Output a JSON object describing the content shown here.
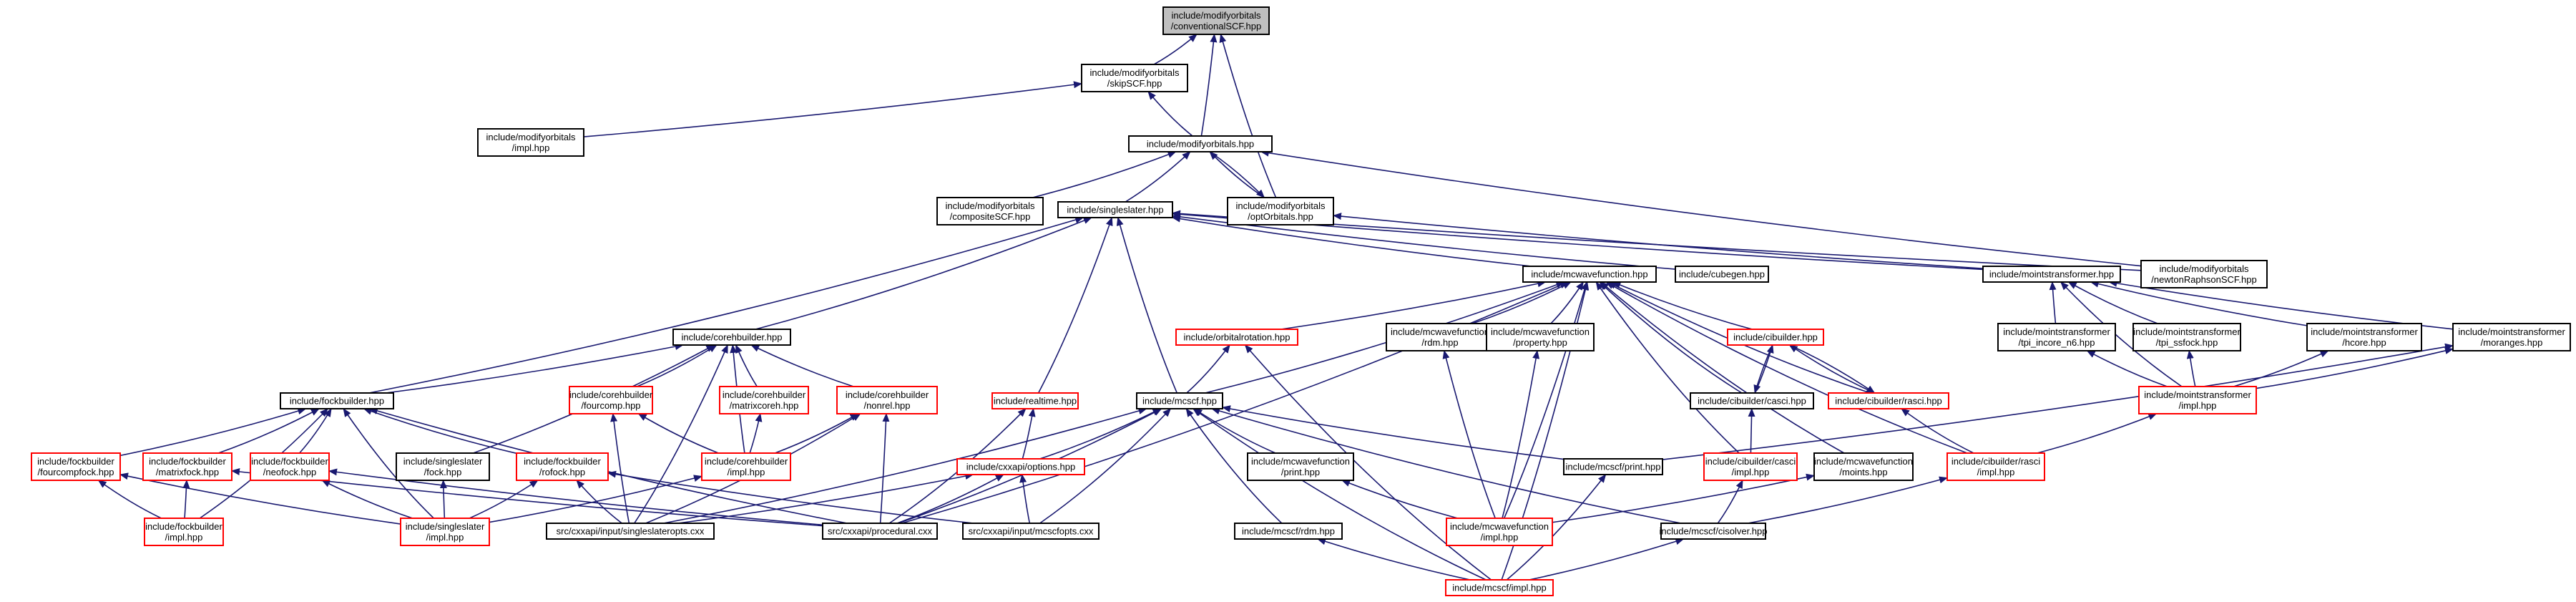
{
  "colors": {
    "root_fill": "#bfbfbf",
    "normal_border": "#000000",
    "red_border": "#ff0000",
    "edge": "#191970",
    "background": "#ffffff"
  },
  "nodes": [
    {
      "id": "n0",
      "lines": [
        "include/modifyorbitals",
        "/conventionalSCF.hpp"
      ],
      "style": "root"
    },
    {
      "id": "n1",
      "lines": [
        "include/modifyorbitals",
        "/skipSCF.hpp"
      ],
      "style": "normal"
    },
    {
      "id": "n2",
      "lines": [
        "include/modifyorbitals",
        "/impl.hpp"
      ],
      "style": "normal"
    },
    {
      "id": "n3",
      "lines": [
        "include/modifyorbitals.hpp"
      ],
      "style": "normal"
    },
    {
      "id": "n4",
      "lines": [
        "include/modifyorbitals",
        "/compositeSCF.hpp"
      ],
      "style": "normal"
    },
    {
      "id": "n5",
      "lines": [
        "include/singleslater.hpp"
      ],
      "style": "normal"
    },
    {
      "id": "n6",
      "lines": [
        "include/modifyorbitals",
        "/optOrbitals.hpp"
      ],
      "style": "normal"
    },
    {
      "id": "n7",
      "lines": [
        "include/mcwavefunction.hpp"
      ],
      "style": "normal"
    },
    {
      "id": "n8",
      "lines": [
        "include/cubegen.hpp"
      ],
      "style": "normal"
    },
    {
      "id": "n9",
      "lines": [
        "include/mointstransformer.hpp"
      ],
      "style": "normal"
    },
    {
      "id": "n10",
      "lines": [
        "include/modifyorbitals",
        "/newtonRaphsonSCF.hpp"
      ],
      "style": "normal"
    },
    {
      "id": "n11",
      "lines": [
        "include/corehbuilder.hpp"
      ],
      "style": "normal"
    },
    {
      "id": "n12",
      "lines": [
        "include/orbitalrotation.hpp"
      ],
      "style": "red"
    },
    {
      "id": "n13",
      "lines": [
        "include/mcwavefunction",
        "/rdm.hpp"
      ],
      "style": "normal"
    },
    {
      "id": "n14",
      "lines": [
        "include/mcwavefunction",
        "/property.hpp"
      ],
      "style": "normal"
    },
    {
      "id": "n15",
      "lines": [
        "include/cibuilder.hpp"
      ],
      "style": "red"
    },
    {
      "id": "n16",
      "lines": [
        "include/mointstransformer",
        "/tpi_incore_n6.hpp"
      ],
      "style": "normal"
    },
    {
      "id": "n17",
      "lines": [
        "include/mointstransformer",
        "/tpi_ssfock.hpp"
      ],
      "style": "normal"
    },
    {
      "id": "n18",
      "lines": [
        "include/mointstransformer",
        "/hcore.hpp"
      ],
      "style": "normal"
    },
    {
      "id": "n19",
      "lines": [
        "include/mointstransformer",
        "/moranges.hpp"
      ],
      "style": "normal"
    },
    {
      "id": "n20",
      "lines": [
        "include/fockbuilder.hpp"
      ],
      "style": "normal"
    },
    {
      "id": "n21",
      "lines": [
        "include/corehbuilder",
        "/fourcomp.hpp"
      ],
      "style": "red"
    },
    {
      "id": "n22",
      "lines": [
        "include/corehbuilder",
        "/matrixcoreh.hpp"
      ],
      "style": "red"
    },
    {
      "id": "n23",
      "lines": [
        "include/corehbuilder",
        "/nonrel.hpp"
      ],
      "style": "red"
    },
    {
      "id": "n24",
      "lines": [
        "include/realtime.hpp"
      ],
      "style": "red"
    },
    {
      "id": "n25",
      "lines": [
        "include/mcscf.hpp"
      ],
      "style": "normal"
    },
    {
      "id": "n26",
      "lines": [
        "include/cibuilder/casci.hpp"
      ],
      "style": "normal"
    },
    {
      "id": "n27",
      "lines": [
        "include/cibuilder/rasci.hpp"
      ],
      "style": "red"
    },
    {
      "id": "n28",
      "lines": [
        "include/mointstransformer",
        "/impl.hpp"
      ],
      "style": "red"
    },
    {
      "id": "n29",
      "lines": [
        "include/fockbuilder",
        "/fourcompfock.hpp"
      ],
      "style": "red"
    },
    {
      "id": "n30",
      "lines": [
        "include/fockbuilder",
        "/matrixfock.hpp"
      ],
      "style": "red"
    },
    {
      "id": "n31",
      "lines": [
        "include/fockbuilder",
        "/neofock.hpp"
      ],
      "style": "red"
    },
    {
      "id": "n32",
      "lines": [
        "include/singleslater",
        "/fock.hpp"
      ],
      "style": "normal"
    },
    {
      "id": "n33",
      "lines": [
        "include/fockbuilder",
        "/rofock.hpp"
      ],
      "style": "red"
    },
    {
      "id": "n34",
      "lines": [
        "include/corehbuilder",
        "/impl.hpp"
      ],
      "style": "red"
    },
    {
      "id": "n35",
      "lines": [
        "include/cxxapi/options.hpp"
      ],
      "style": "red"
    },
    {
      "id": "n36",
      "lines": [
        "include/mcwavefunction",
        "/print.hpp"
      ],
      "style": "normal"
    },
    {
      "id": "n37",
      "lines": [
        "include/mcscf/print.hpp"
      ],
      "style": "normal"
    },
    {
      "id": "n38",
      "lines": [
        "include/cibuilder/casci",
        "/impl.hpp"
      ],
      "style": "red"
    },
    {
      "id": "n39",
      "lines": [
        "include/mcwavefunction",
        "/moints.hpp"
      ],
      "style": "normal"
    },
    {
      "id": "n40",
      "lines": [
        "include/cibuilder/rasci",
        "/impl.hpp"
      ],
      "style": "red"
    },
    {
      "id": "n41",
      "lines": [
        "include/fockbuilder",
        "/impl.hpp"
      ],
      "style": "red"
    },
    {
      "id": "n42",
      "lines": [
        "include/singleslater",
        "/impl.hpp"
      ],
      "style": "red"
    },
    {
      "id": "n43",
      "lines": [
        "src/cxxapi/input/singleslateropts.cxx"
      ],
      "style": "normal"
    },
    {
      "id": "n44",
      "lines": [
        "src/cxxapi/procedural.cxx"
      ],
      "style": "normal"
    },
    {
      "id": "n45",
      "lines": [
        "src/cxxapi/input/mcscfopts.cxx"
      ],
      "style": "normal"
    },
    {
      "id": "n46",
      "lines": [
        "include/mcscf/rdm.hpp"
      ],
      "style": "normal"
    },
    {
      "id": "n47",
      "lines": [
        "include/mcwavefunction",
        "/impl.hpp"
      ],
      "style": "red"
    },
    {
      "id": "n48",
      "lines": [
        "include/mcscf/cisolver.hpp"
      ],
      "style": "normal"
    },
    {
      "id": "n49",
      "lines": [
        "include/mcscf/impl.hpp"
      ],
      "style": "red"
    }
  ],
  "edges": [
    [
      "n1",
      "n0"
    ],
    [
      "n3",
      "n0"
    ],
    [
      "n6",
      "n0"
    ],
    [
      "n2",
      "n1"
    ],
    [
      "n3",
      "n1"
    ],
    [
      "n4",
      "n3"
    ],
    [
      "n5",
      "n3"
    ],
    [
      "n6",
      "n3"
    ],
    [
      "n10",
      "n3"
    ],
    [
      "n3",
      "n6"
    ],
    [
      "n9",
      "n6"
    ],
    [
      "n7",
      "n5"
    ],
    [
      "n8",
      "n5"
    ],
    [
      "n9",
      "n5"
    ],
    [
      "n10",
      "n5"
    ],
    [
      "n11",
      "n5"
    ],
    [
      "n20",
      "n5"
    ],
    [
      "n24",
      "n5"
    ],
    [
      "n25",
      "n5"
    ],
    [
      "n12",
      "n7"
    ],
    [
      "n13",
      "n7"
    ],
    [
      "n14",
      "n7"
    ],
    [
      "n15",
      "n7"
    ],
    [
      "n26",
      "n7"
    ],
    [
      "n27",
      "n7"
    ],
    [
      "n25",
      "n7"
    ],
    [
      "n38",
      "n7"
    ],
    [
      "n39",
      "n7"
    ],
    [
      "n40",
      "n7"
    ],
    [
      "n47",
      "n7"
    ],
    [
      "n49",
      "n7"
    ],
    [
      "n44",
      "n7"
    ],
    [
      "n16",
      "n9"
    ],
    [
      "n17",
      "n9"
    ],
    [
      "n18",
      "n9"
    ],
    [
      "n19",
      "n9"
    ],
    [
      "n28",
      "n9"
    ],
    [
      "n20",
      "n11"
    ],
    [
      "n21",
      "n11"
    ],
    [
      "n22",
      "n11"
    ],
    [
      "n23",
      "n11"
    ],
    [
      "n34",
      "n11"
    ],
    [
      "n32",
      "n11"
    ],
    [
      "n43",
      "n11"
    ],
    [
      "n25",
      "n12"
    ],
    [
      "n49",
      "n12"
    ],
    [
      "n47",
      "n13"
    ],
    [
      "n47",
      "n14"
    ],
    [
      "n26",
      "n15"
    ],
    [
      "n27",
      "n15"
    ],
    [
      "n15",
      "n26"
    ],
    [
      "n15",
      "n27"
    ],
    [
      "n28",
      "n16"
    ],
    [
      "n28",
      "n17"
    ],
    [
      "n28",
      "n18"
    ],
    [
      "n28",
      "n19"
    ],
    [
      "n37",
      "n19"
    ],
    [
      "n29",
      "n20"
    ],
    [
      "n30",
      "n20"
    ],
    [
      "n31",
      "n20"
    ],
    [
      "n33",
      "n20"
    ],
    [
      "n41",
      "n20"
    ],
    [
      "n42",
      "n20"
    ],
    [
      "n44",
      "n20"
    ],
    [
      "n34",
      "n21"
    ],
    [
      "n43",
      "n21"
    ],
    [
      "n34",
      "n22"
    ],
    [
      "n34",
      "n23"
    ],
    [
      "n43",
      "n23"
    ],
    [
      "n44",
      "n23"
    ],
    [
      "n35",
      "n24"
    ],
    [
      "n44",
      "n24"
    ],
    [
      "n35",
      "n25"
    ],
    [
      "n36",
      "n25"
    ],
    [
      "n37",
      "n25"
    ],
    [
      "n43",
      "n25"
    ],
    [
      "n44",
      "n25"
    ],
    [
      "n45",
      "n25"
    ],
    [
      "n46",
      "n25"
    ],
    [
      "n48",
      "n25"
    ],
    [
      "n49",
      "n25"
    ],
    [
      "n38",
      "n26"
    ],
    [
      "n40",
      "n27"
    ],
    [
      "n40",
      "n28"
    ],
    [
      "n41",
      "n29"
    ],
    [
      "n42",
      "n29"
    ],
    [
      "n41",
      "n30"
    ],
    [
      "n44",
      "n30"
    ],
    [
      "n42",
      "n31"
    ],
    [
      "n44",
      "n31"
    ],
    [
      "n42",
      "n32"
    ],
    [
      "n42",
      "n33"
    ],
    [
      "n43",
      "n33"
    ],
    [
      "n45",
      "n33"
    ],
    [
      "n42",
      "n34"
    ],
    [
      "n43",
      "n35"
    ],
    [
      "n44",
      "n35"
    ],
    [
      "n45",
      "n35"
    ],
    [
      "n47",
      "n36"
    ],
    [
      "n49",
      "n37"
    ],
    [
      "n48",
      "n38"
    ],
    [
      "n47",
      "n39"
    ],
    [
      "n48",
      "n40"
    ],
    [
      "n49",
      "n46"
    ],
    [
      "n49",
      "n48"
    ]
  ]
}
